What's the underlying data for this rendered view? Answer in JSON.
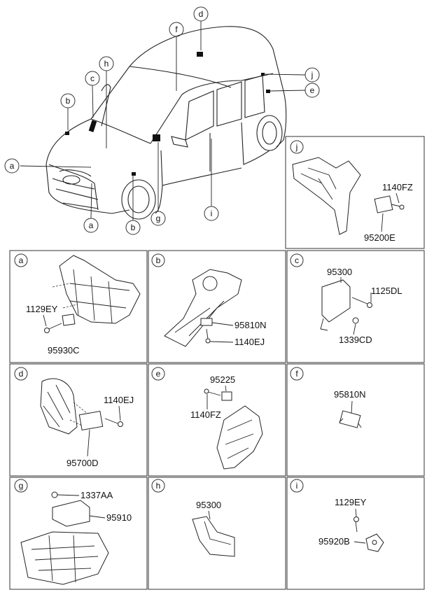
{
  "callouts": {
    "a": "a",
    "b": "b",
    "c": "c",
    "d": "d",
    "e": "e",
    "f": "f",
    "g": "g",
    "h": "h",
    "i": "i",
    "j": "j"
  },
  "panels": {
    "a": {
      "tag": "a",
      "part_1": "1129EY",
      "part_2": "95930C"
    },
    "b": {
      "tag": "b",
      "part_1": "95810N",
      "part_2": "1140EJ"
    },
    "c": {
      "tag": "c",
      "part_1": "95300",
      "part_2": "1125DL",
      "part_3": "1339CD"
    },
    "d": {
      "tag": "d",
      "part_1": "1140EJ",
      "part_2": "95700D"
    },
    "e": {
      "tag": "e",
      "part_1": "95225",
      "part_2": "1140FZ"
    },
    "f": {
      "tag": "f",
      "part_1": "95810N"
    },
    "g": {
      "tag": "g",
      "part_1": "1337AA",
      "part_2": "95910"
    },
    "h": {
      "tag": "h",
      "part_1": "95300"
    },
    "i": {
      "tag": "i",
      "part_1": "1129EY",
      "part_2": "95920B"
    },
    "j": {
      "tag": "j",
      "part_1": "1140FZ",
      "part_2": "95200E"
    }
  }
}
